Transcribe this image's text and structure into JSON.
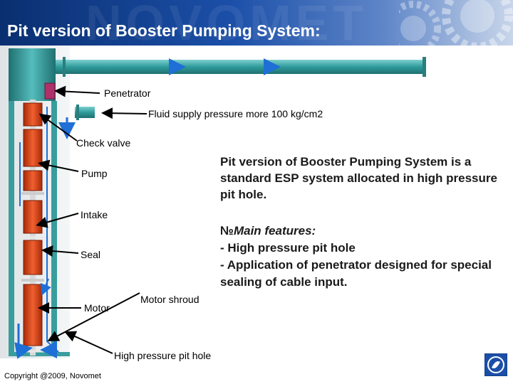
{
  "title": "Pit version of Booster Pumping System:",
  "header_watermark": "NOVOMET",
  "labels": {
    "penetrator": "Penetrator",
    "fluid_supply": "Fluid supply pressure more 100 kg/cm2",
    "check_valve": "Check valve",
    "pump": "Pump",
    "intake": "Intake",
    "seal": "Seal",
    "motor": "Motor",
    "motor_shroud": "Motor shroud",
    "pit_hole": "High pressure pit hole"
  },
  "description": "Pit version of Booster Pumping System is a standard ESP system allocated in high pressure pit hole.",
  "features": {
    "heading": "Main features:",
    "bullet": "№",
    "items": [
      "- High pressure pit hole",
      "- Application of penetrator designed for special sealing of cable input."
    ]
  },
  "copyright": "Copyright @2009, Novomet",
  "colors": {
    "header_dark": "#0a2f70",
    "pipe_teal": "#3aa7a7",
    "pump_orange": "#e0461c",
    "flow_blue": "#1f6fd6",
    "penetrator_magenta": "#b0306a"
  }
}
